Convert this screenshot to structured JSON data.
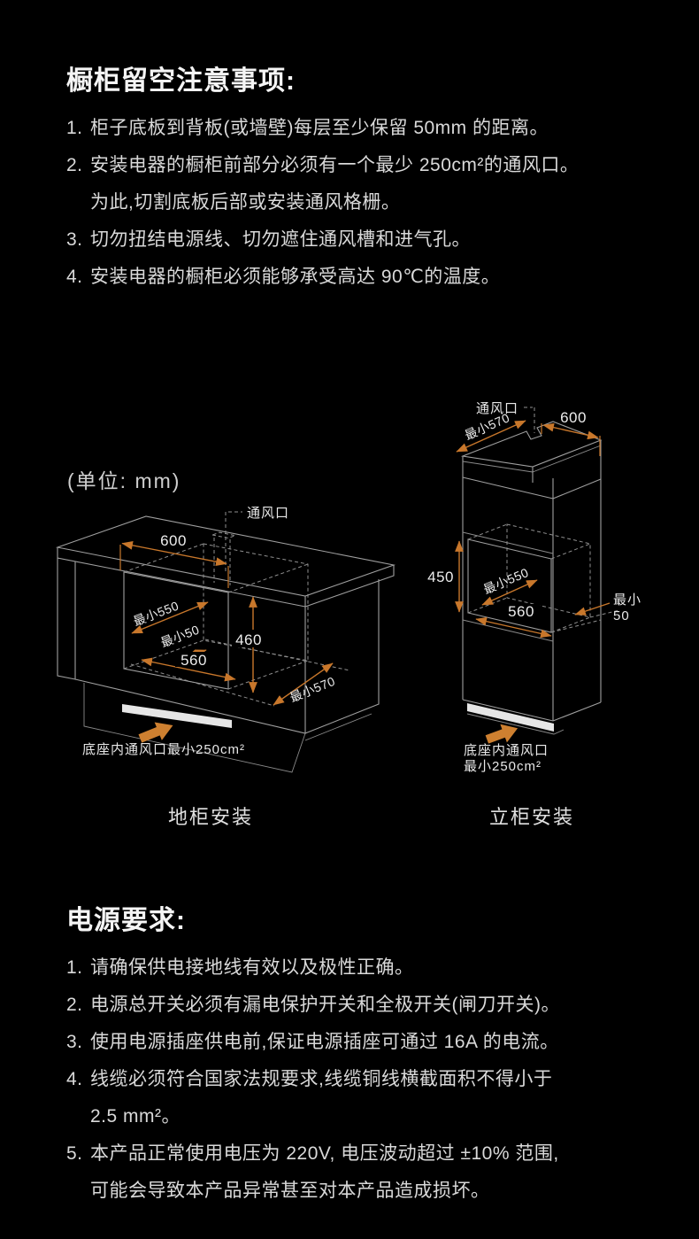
{
  "sections": {
    "cabinet_notes": {
      "title": "橱柜留空注意事项:",
      "items": [
        {
          "num": "1.",
          "lines": [
            "柜子底板到背板(或墙壁)每层至少保留 50mm 的距离。"
          ]
        },
        {
          "num": "2.",
          "lines": [
            "安装电器的橱柜前部分必须有一个最少 250cm²的通风口。",
            "为此,切割底板后部或安装通风格栅。"
          ]
        },
        {
          "num": "3.",
          "lines": [
            "切勿扭结电源线、切勿遮住通风槽和进气孔。"
          ]
        },
        {
          "num": "4.",
          "lines": [
            "安装电器的橱柜必须能够承受高达 90℃的温度。"
          ]
        }
      ]
    },
    "power_notes": {
      "title": "电源要求:",
      "items": [
        {
          "num": "1.",
          "lines": [
            "请确保供电接地线有效以及极性正确。"
          ]
        },
        {
          "num": "2.",
          "lines": [
            "电源总开关必须有漏电保护开关和全极开关(闸刀开关)。"
          ]
        },
        {
          "num": "3.",
          "lines": [
            "使用电源插座供电前,保证电源插座可通过 16A 的电流。"
          ]
        },
        {
          "num": "4.",
          "lines": [
            "线缆必须符合国家法规要求,线缆铜线横截面积不得小于",
            "2.5 mm²。"
          ]
        },
        {
          "num": "5.",
          "lines": [
            "本产品正常使用电压为 220V, 电压波动超过 ±10% 范围,",
            "可能会导致本产品异常甚至对本产品造成损坏。"
          ]
        }
      ]
    }
  },
  "diagram": {
    "unit_label": "(单位: mm)",
    "base_cabinet": {
      "caption": "地柜安装",
      "vent_label": "通风口",
      "dim_width_top": "600",
      "dim_depth_min": "最小550",
      "dim_back_gap_min": "最小50",
      "dim_height": "460",
      "dim_width_inner": "560",
      "dim_depth_front": "最小570",
      "vent_note": "底座内通风口最小250cm²"
    },
    "tall_cabinet": {
      "caption": "立柜安装",
      "vent_label": "通风口",
      "dim_depth_top": "最小570",
      "dim_width_top": "600",
      "dim_height": "450",
      "dim_depth_min": "最小550",
      "dim_width_inner": "560",
      "dim_back_gap_line1": "最小",
      "dim_back_gap_line2": "50",
      "vent_note_line1": "底座内通风口",
      "vent_note_line2": "最小250cm²"
    },
    "colors": {
      "dimension_orange": "#c8772b",
      "line_gray": "#9f9f9f",
      "background": "#000000"
    }
  }
}
